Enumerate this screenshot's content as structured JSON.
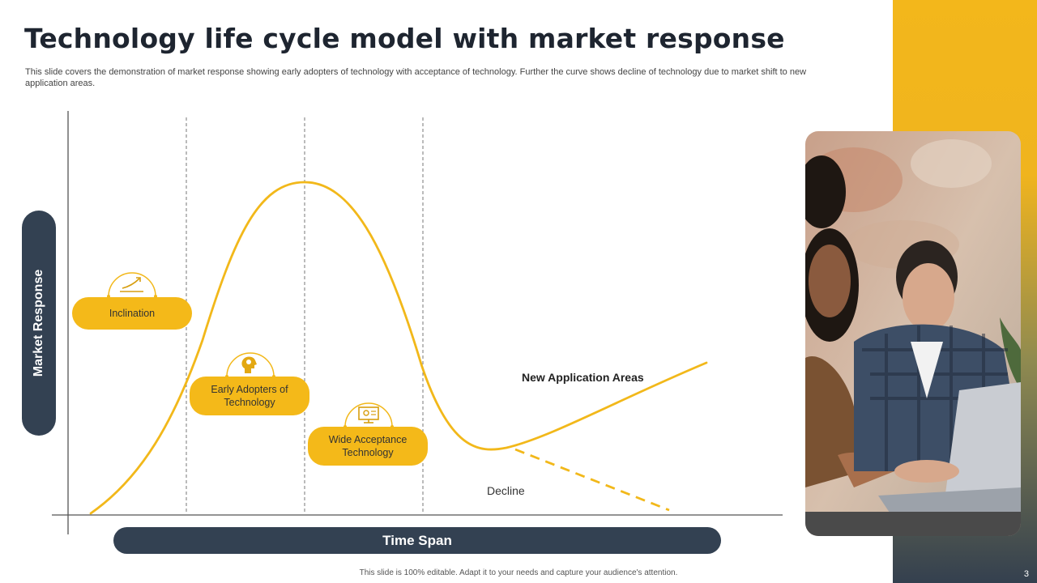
{
  "title": "Technology life cycle model with market response",
  "subtitle": "This slide covers the demonstration of market response showing early adopters of technology with acceptance of technology. Further the curve shows decline of technology due to market shift to new application areas.",
  "diagram": {
    "y_axis_label": "Market Response",
    "x_axis_label": "Time Span",
    "stages": [
      {
        "label": "Inclination",
        "icon": "growth-arrow-icon"
      },
      {
        "label": "Early Adopters of Technology",
        "icon": "idea-head-icon"
      },
      {
        "label": "Wide Acceptance Technology",
        "icon": "monitor-gear-icon"
      }
    ],
    "new_application_label": "New Application  Areas",
    "decline_label": "Decline"
  },
  "photo": {
    "description_icon": "people-at-laptop-photo"
  },
  "footer": "This slide is 100% editable. Adapt it to your needs and capture your audience's attention.",
  "page_number": "3",
  "colors": {
    "accent": "#f4b919",
    "dark": "#334152",
    "text": "#1e2530"
  }
}
